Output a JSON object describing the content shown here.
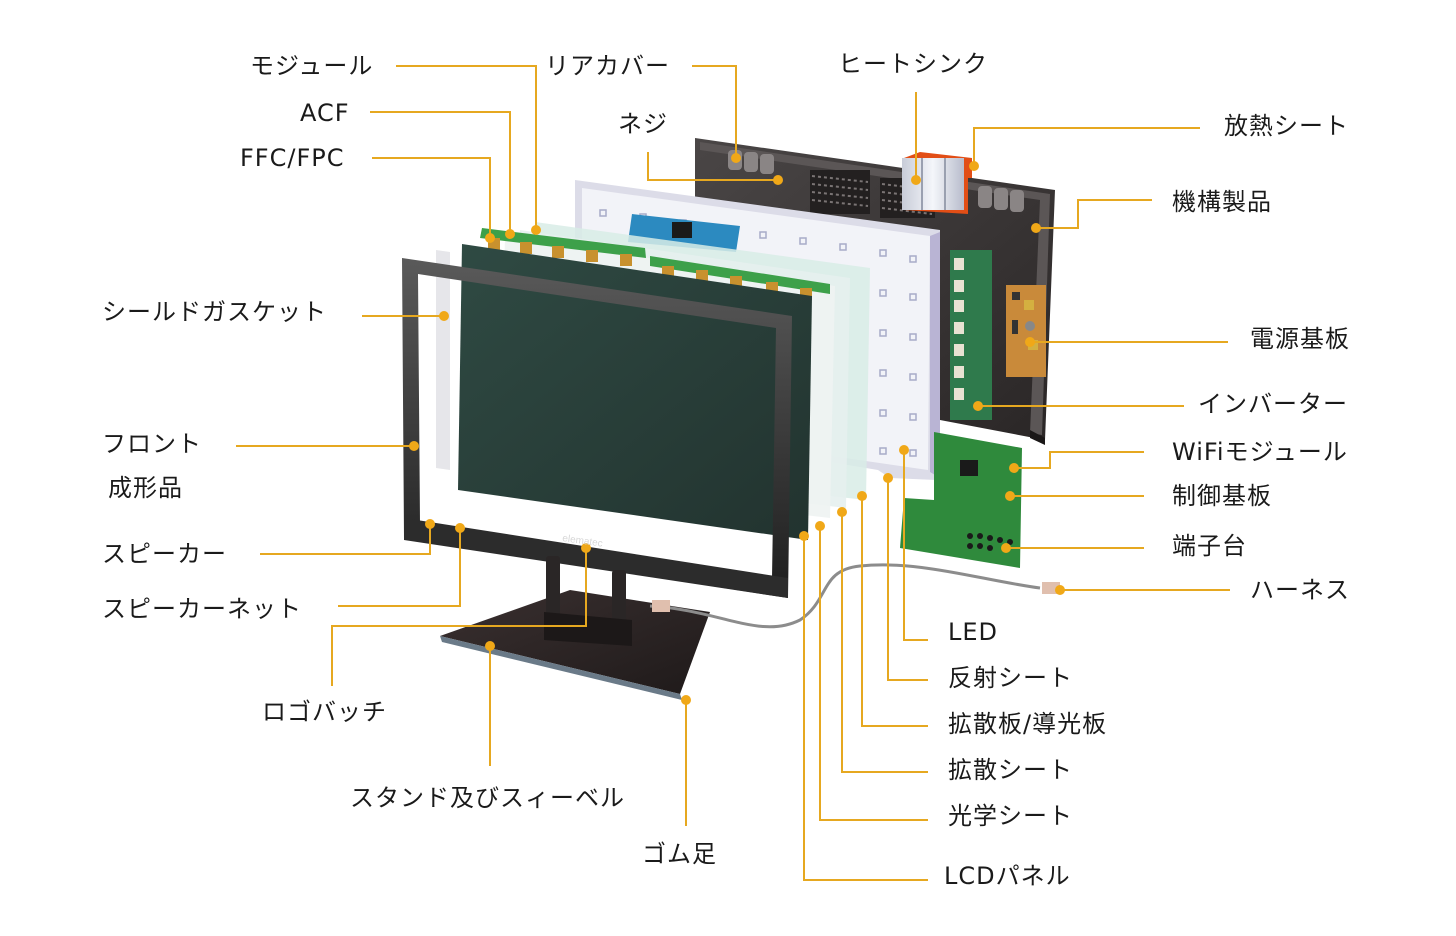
{
  "diagram": {
    "title": "LCD monitor exploded view",
    "brand_text": "elematec",
    "accent_color": "#e6a820",
    "dot_color": "#f0a818",
    "labels": {
      "module": "モジュール",
      "acf": "ACF",
      "ffc_fpc": "FFC/FPC",
      "rear_cover": "リアカバー",
      "screw": "ネジ",
      "heat_sink": "ヒートシンク",
      "thermal_sheet": "放熱シート",
      "mechanical_parts": "機構製品",
      "shield_gasket": "シールドガスケット",
      "front_molding_line1": "フロント",
      "front_molding_line2": "成形品",
      "speaker": "スピーカー",
      "speaker_net": "スピーカーネット",
      "logo_badge": "ロゴバッチ",
      "stand_swivel": "スタンド及びスィーベル",
      "rubber_foot": "ゴム足",
      "power_board": "電源基板",
      "inverter": "インバーター",
      "wifi_module": "WiFiモジュール",
      "control_board": "制御基板",
      "terminal_block": "端子台",
      "harness": "ハーネス",
      "led": "LED",
      "reflective_sheet": "反射シート",
      "diffuser_light_guide": "拡散板/導光板",
      "diffusion_sheet": "拡散シート",
      "optical_sheet": "光学シート",
      "lcd_panel": "LCDパネル"
    }
  }
}
